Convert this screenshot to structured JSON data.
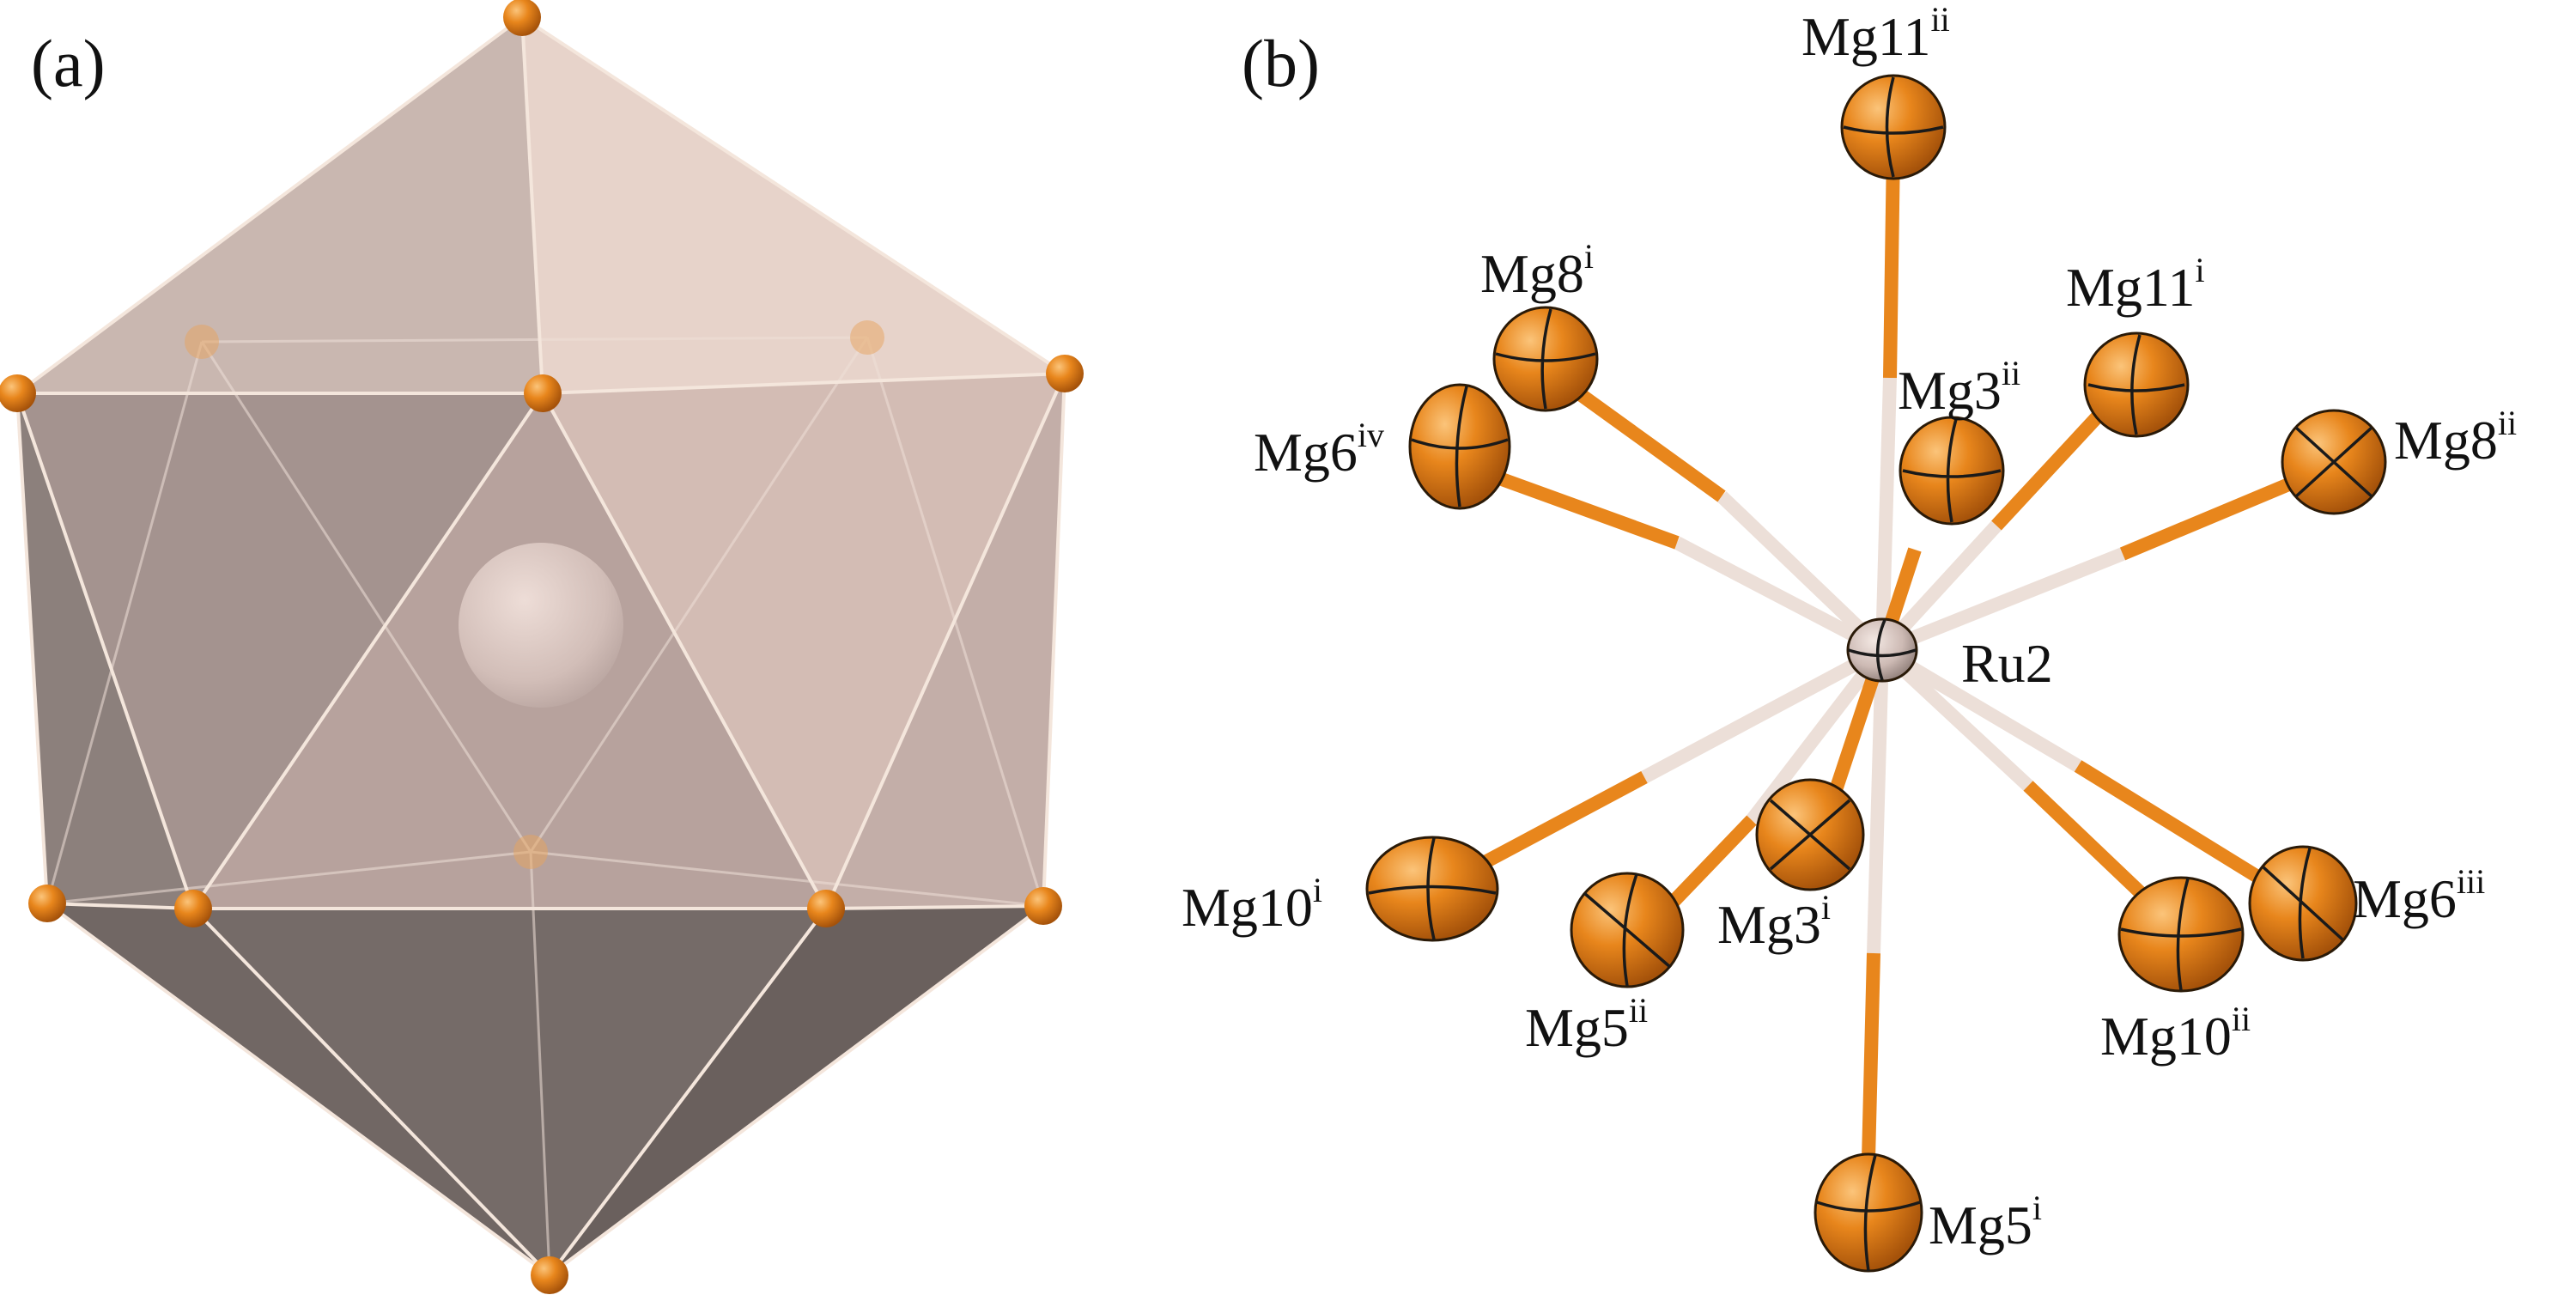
{
  "panels": [
    {
      "id": "a",
      "label": "(a)"
    },
    {
      "id": "b",
      "label": "(b)"
    }
  ],
  "colors": {
    "atom": "#e8861c",
    "atom_highlight": "#fbc47a",
    "atom_shadow": "#a5520a",
    "bond_atom": "#e8861c",
    "bond_center": "#ecdfd8",
    "center_atom": "#cdbab4",
    "face_light": "#e8d3ca",
    "face_mid": "#bba5a0",
    "face_dark": "#6f6562",
    "edge": "#f4e6dc"
  },
  "center_atom": {
    "element": "Ru",
    "index": "2",
    "label": "Ru2"
  },
  "ligand_atoms": [
    {
      "id": "mg11-ii",
      "element": "Mg",
      "index": "11",
      "symmetry": "ii"
    },
    {
      "id": "mg8-i",
      "element": "Mg",
      "index": "8",
      "symmetry": "i"
    },
    {
      "id": "mg6-iv",
      "element": "Mg",
      "index": "6",
      "symmetry": "iv"
    },
    {
      "id": "mg3-ii",
      "element": "Mg",
      "index": "3",
      "symmetry": "ii"
    },
    {
      "id": "mg11-i",
      "element": "Mg",
      "index": "11",
      "symmetry": "i"
    },
    {
      "id": "mg8-ii",
      "element": "Mg",
      "index": "8",
      "symmetry": "ii"
    },
    {
      "id": "mg10-i",
      "element": "Mg",
      "index": "10",
      "symmetry": "i"
    },
    {
      "id": "mg5-ii",
      "element": "Mg",
      "index": "5",
      "symmetry": "ii"
    },
    {
      "id": "mg3-i",
      "element": "Mg",
      "index": "3",
      "symmetry": "i"
    },
    {
      "id": "mg10-ii",
      "element": "Mg",
      "index": "10",
      "symmetry": "ii"
    },
    {
      "id": "mg6-iii",
      "element": "Mg",
      "index": "6",
      "symmetry": "iii"
    },
    {
      "id": "mg5-i",
      "element": "Mg",
      "index": "5",
      "symmetry": "i"
    }
  ]
}
